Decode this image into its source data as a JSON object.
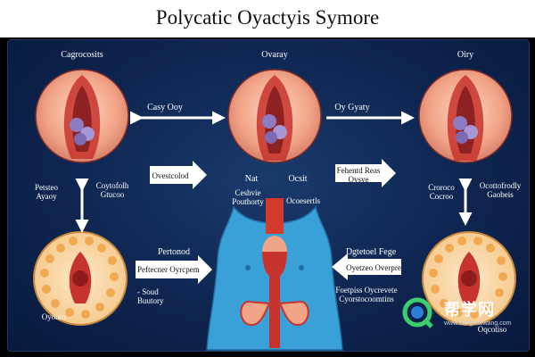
{
  "title": "Polycatic Oyactyis Symore",
  "ovaries": {
    "left_label": "Cagrocosits",
    "middle_label": "Ovaray",
    "right_label": "Oiry"
  },
  "arrows": {
    "top_left_label": "Casy Ooy",
    "top_right_label": "Oy Gyaty",
    "middle_left_box": "Ovestcolod",
    "middle_right_box_line1": "Fehentd Reas",
    "middle_right_box_line2": "Ovsye",
    "bottom_left_box": "Peftecner Oyrcpem",
    "bottom_left_title": "Pertonod",
    "bottom_right_title": "Dgtetoel Fege",
    "bottom_right_box": "Oyetzeo Overpre"
  },
  "side_labels": {
    "left_top_line1": "Petsteo",
    "left_top_line2": "Ayaoy",
    "left_mid_line1": "Coytofolh",
    "left_mid_line2": "Gtucoo",
    "right_top_line1": "Croroco",
    "right_top_line2": "Cocroo",
    "right_mid_line1": "Ocottofrodly",
    "right_mid_line2": "Gaobeis"
  },
  "center_labels": {
    "left_word": "Nat",
    "right_word": "Ocsit",
    "sub_line1": "Ceshvie",
    "sub_line2": "Pouthorty",
    "sub_right": "Ocoesertls"
  },
  "bottom_notes": {
    "left_line1": "- Soud",
    "left_line2": "Buutory",
    "right_line1": "Foetpiss Oycrevete",
    "right_line2": "Cyorstocoomtins",
    "left_circle_caption": "Oyotao",
    "right_circle_caption": "Oqcotiso"
  },
  "watermark": {
    "text": "帮学网",
    "sub": "www.bangxuewang.com"
  },
  "colors": {
    "panel": "#0e2550",
    "ovary_pink": "#f1a487",
    "uterus_red": "#c7342e",
    "follicle_purple": "#8e7cc3",
    "body_blue": "#3aa0d8",
    "tissue_orange": "#f1a54a"
  }
}
